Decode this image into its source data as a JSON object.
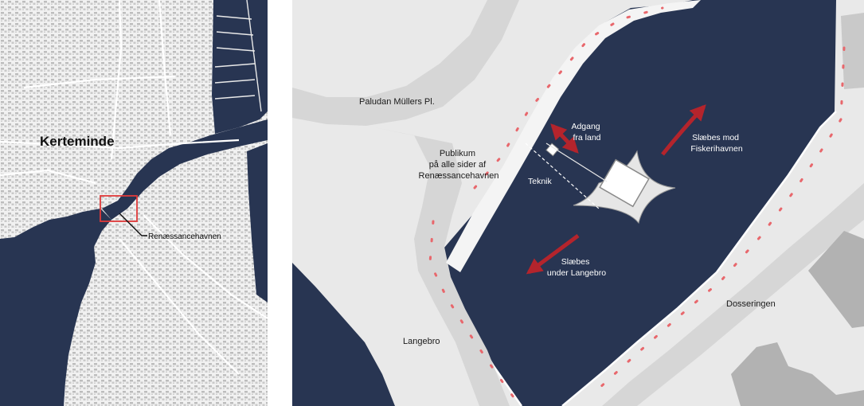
{
  "overview_map": {
    "town_label": "Kerteminde",
    "harbor_label": "Renæssancehavnen"
  },
  "detail_map": {
    "streets": {
      "paludan": "Paludan Müllers Pl.",
      "langebro": "Langebro",
      "dosseringen": "Dosseringen"
    },
    "annotations": {
      "publikum": [
        "Publikum",
        "på alle sider af",
        "Renæssancehavnen"
      ],
      "adgang": [
        "Adgang",
        "fra land"
      ],
      "teknik": "Teknik",
      "towed_out": [
        "Slæbes mod",
        "Fiskerihavnen"
      ],
      "towed_under": [
        "Slæbes",
        "under Langebro"
      ]
    }
  },
  "colors": {
    "water": "#283552",
    "land": "#e9e9e9",
    "road": "#d6d6d6",
    "building": "#b2b2b2",
    "arrow": "#b4242c",
    "highlight": "#e03a3a",
    "dots": "#e8676c"
  }
}
